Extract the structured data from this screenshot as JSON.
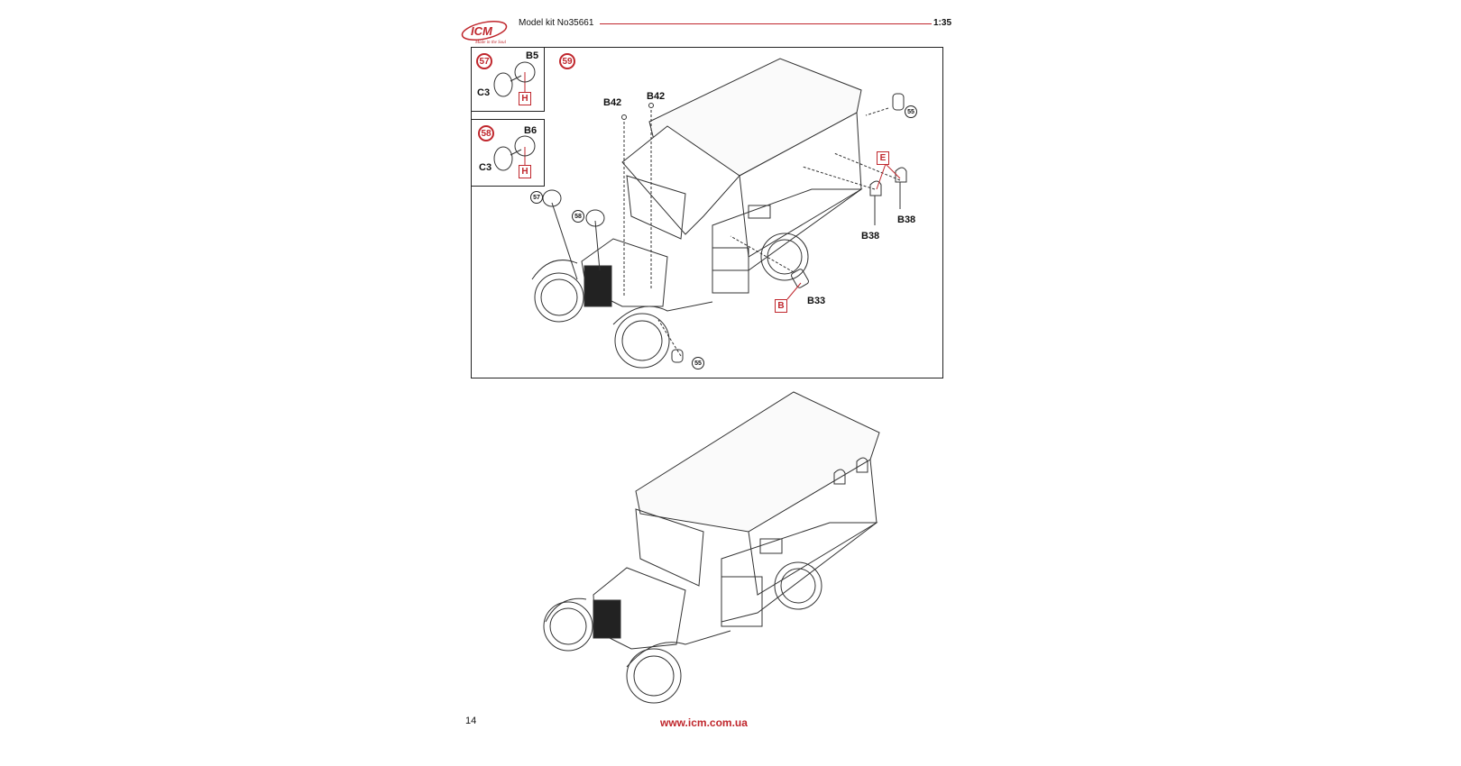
{
  "header": {
    "logo_text": "ICM",
    "logo_tagline": "Made in the Soul",
    "title": "Model kit No35661",
    "scale": "1:35"
  },
  "steps": {
    "s57": {
      "number": "57",
      "parts": {
        "b": "B5",
        "c": "C3",
        "mark": "H"
      }
    },
    "s58": {
      "number": "58",
      "parts": {
        "b": "B6",
        "c": "C3",
        "mark": "H"
      }
    },
    "s59": {
      "number": "59",
      "labels": {
        "b42a": "B42",
        "b42b": "B42",
        "b38a": "B38",
        "b38b": "B38",
        "b33": "B33",
        "mark_e": "E",
        "mark_b": "B",
        "ref57": "57",
        "ref58": "58",
        "ref55a": "55",
        "ref55b": "55"
      }
    }
  },
  "footer": {
    "page_number": "14",
    "url": "www.icm.com.ua"
  },
  "colors": {
    "accent": "#c0272d"
  }
}
